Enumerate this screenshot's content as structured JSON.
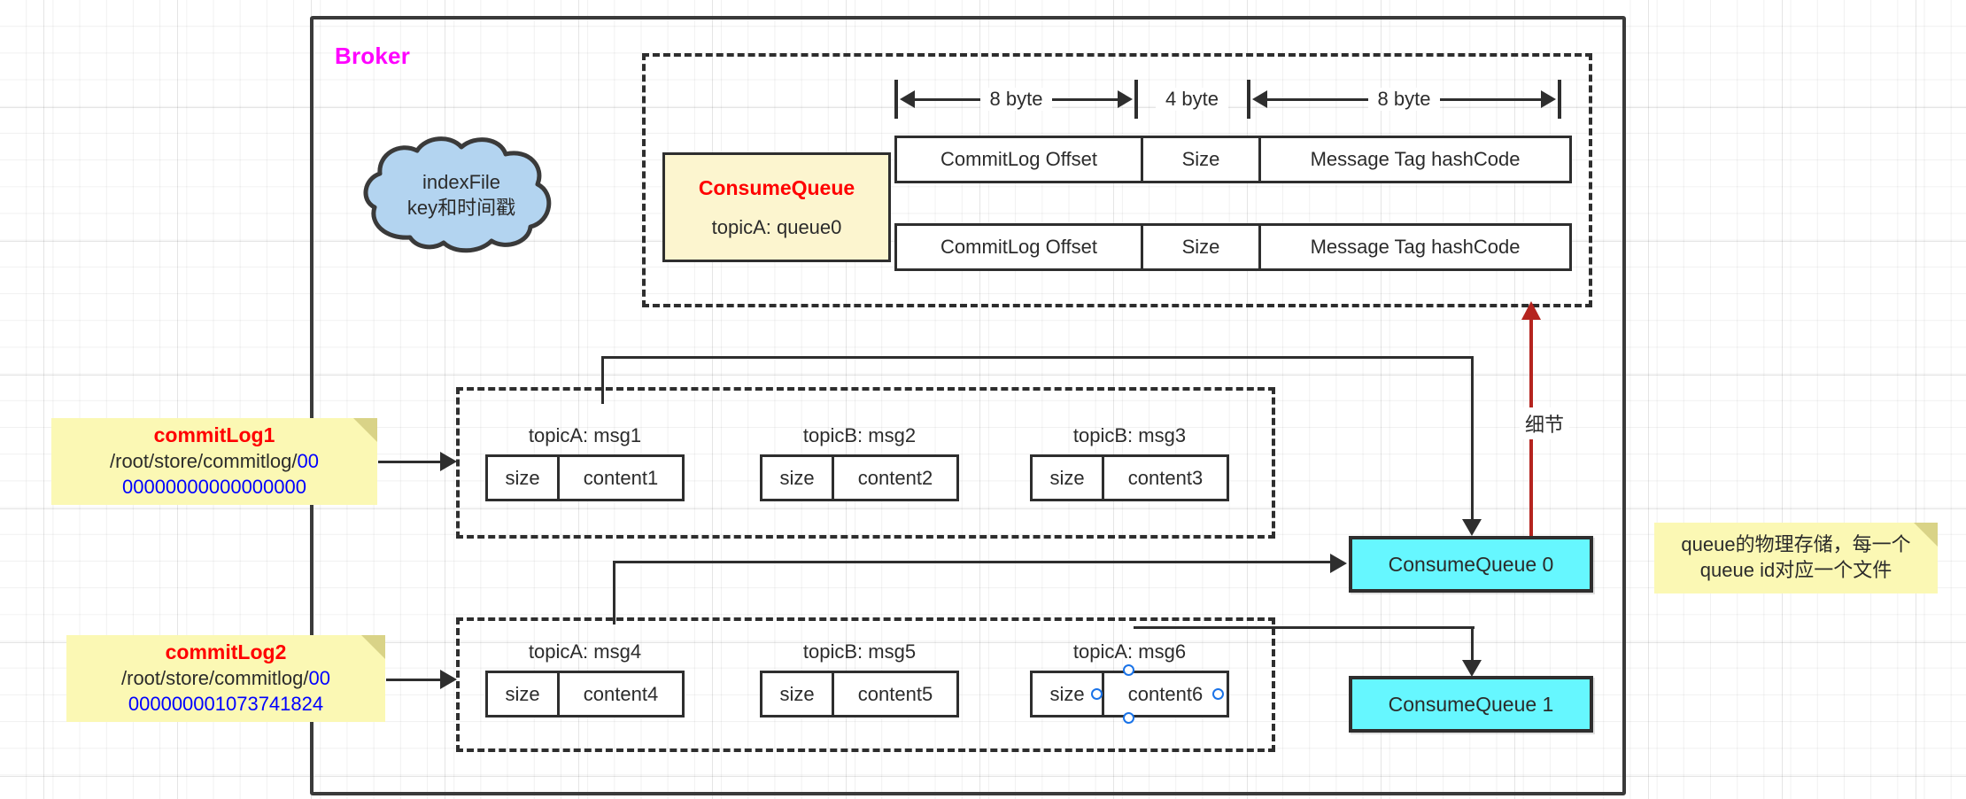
{
  "broker": {
    "title": "Broker"
  },
  "cloud": {
    "line1": "indexFile",
    "line2": "key和时间戳"
  },
  "consume_queue_panel": {
    "label_title": "ConsumeQueue",
    "label_sub": "topicA: queue0",
    "ruler": [
      {
        "label": "8 byte"
      },
      {
        "label": "4 byte"
      },
      {
        "label": "8 byte"
      }
    ],
    "columns": [
      "CommitLog Offset",
      "Size",
      "Message Tag hashCode"
    ],
    "rows": [
      {
        "offset": "CommitLog Offset",
        "size": "Size",
        "tag": "Message Tag hashCode"
      },
      {
        "offset": "CommitLog Offset",
        "size": "Size",
        "tag": "Message Tag hashCode"
      }
    ]
  },
  "commitlog1": {
    "note_title": "commitLog1",
    "note_path": "/root/store/commitlog/",
    "note_id_head": "00",
    "note_id_tail": "00000000000000000",
    "messages": [
      {
        "caption": "topicA: msg1",
        "size": "size",
        "content": "content1"
      },
      {
        "caption": "topicB: msg2",
        "size": "size",
        "content": "content2"
      },
      {
        "caption": "topicB: msg3",
        "size": "size",
        "content": "content3"
      }
    ]
  },
  "commitlog2": {
    "note_title": "commitLog2",
    "note_path": "/root/store/commitlog/",
    "note_id_head": "00",
    "note_id_tail": "000000001073741824",
    "messages": [
      {
        "caption": "topicA: msg4",
        "size": "size",
        "content": "content4"
      },
      {
        "caption": "topicB: msg5",
        "size": "size",
        "content": "content5"
      },
      {
        "caption": "topicA: msg6",
        "size": "size",
        "content": "content6"
      }
    ]
  },
  "queues": [
    {
      "label": "ConsumeQueue 0"
    },
    {
      "label": "ConsumeQueue 1"
    }
  ],
  "queue_note": {
    "line1": "queue的物理存储，每一个",
    "line2": "queue id对应一个文件"
  },
  "detail_arrow": {
    "label": "细节"
  },
  "colors": {
    "broker_title": "#ff00ff",
    "accent_red": "#ff0000",
    "note_yellow": "#fbf8b4",
    "cq_cyan": "#66f7ff",
    "detail_red": "#b5241f",
    "handle_blue": "#1a73e8",
    "stroke": "#2e2e2e",
    "path_blue": "#0000ff"
  }
}
